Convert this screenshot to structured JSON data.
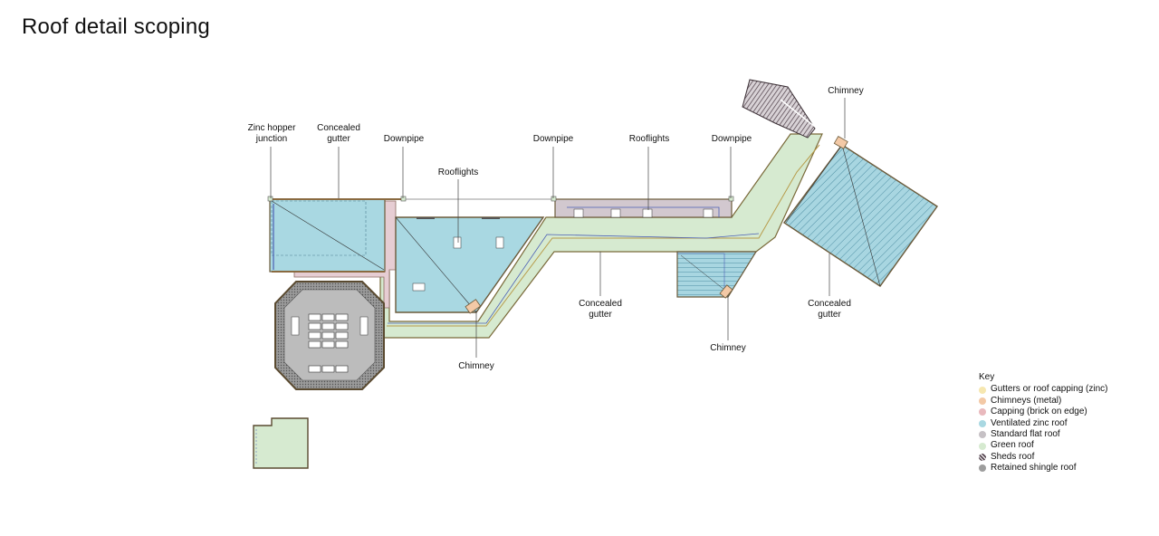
{
  "page": {
    "title": "Roof detail scoping"
  },
  "labels": {
    "zinc_hopper_1": "Zinc hopper",
    "zinc_hopper_2": "junction",
    "concealed_gutter_top_1": "Concealed",
    "concealed_gutter_top_2": "gutter",
    "downpipe_left": "Downpipe",
    "downpipe_mid": "Downpipe",
    "downpipe_right": "Downpipe",
    "rooflights_left": "Rooflights",
    "rooflights_top": "Rooflights",
    "chimney_top": "Chimney",
    "chimney_bottom_left": "Chimney",
    "chimney_bottom_mid": "Chimney",
    "concealed_gutter_mid_1": "Concealed",
    "concealed_gutter_mid_2": "gutter",
    "concealed_gutter_right_1": "Concealed",
    "concealed_gutter_right_2": "gutter"
  },
  "key": {
    "title": "Key",
    "items": [
      {
        "label": "Gutters or roof capping (zinc)",
        "color": "#f6e7b0"
      },
      {
        "label": "Chimneys (metal)",
        "color": "#f3c9a6"
      },
      {
        "label": "Capping (brick on edge)",
        "color": "#e9b9bd"
      },
      {
        "label": "Ventilated zinc roof",
        "color": "#a9d8e2"
      },
      {
        "label": "Standard flat roof",
        "color": "#c6c1c5"
      },
      {
        "label": "Green roof",
        "color": "#d6ead0"
      },
      {
        "label": "Sheds roof",
        "color": "#8f8289"
      },
      {
        "label": "Retained shingle roof",
        "color": "#9d9d9d"
      }
    ]
  }
}
